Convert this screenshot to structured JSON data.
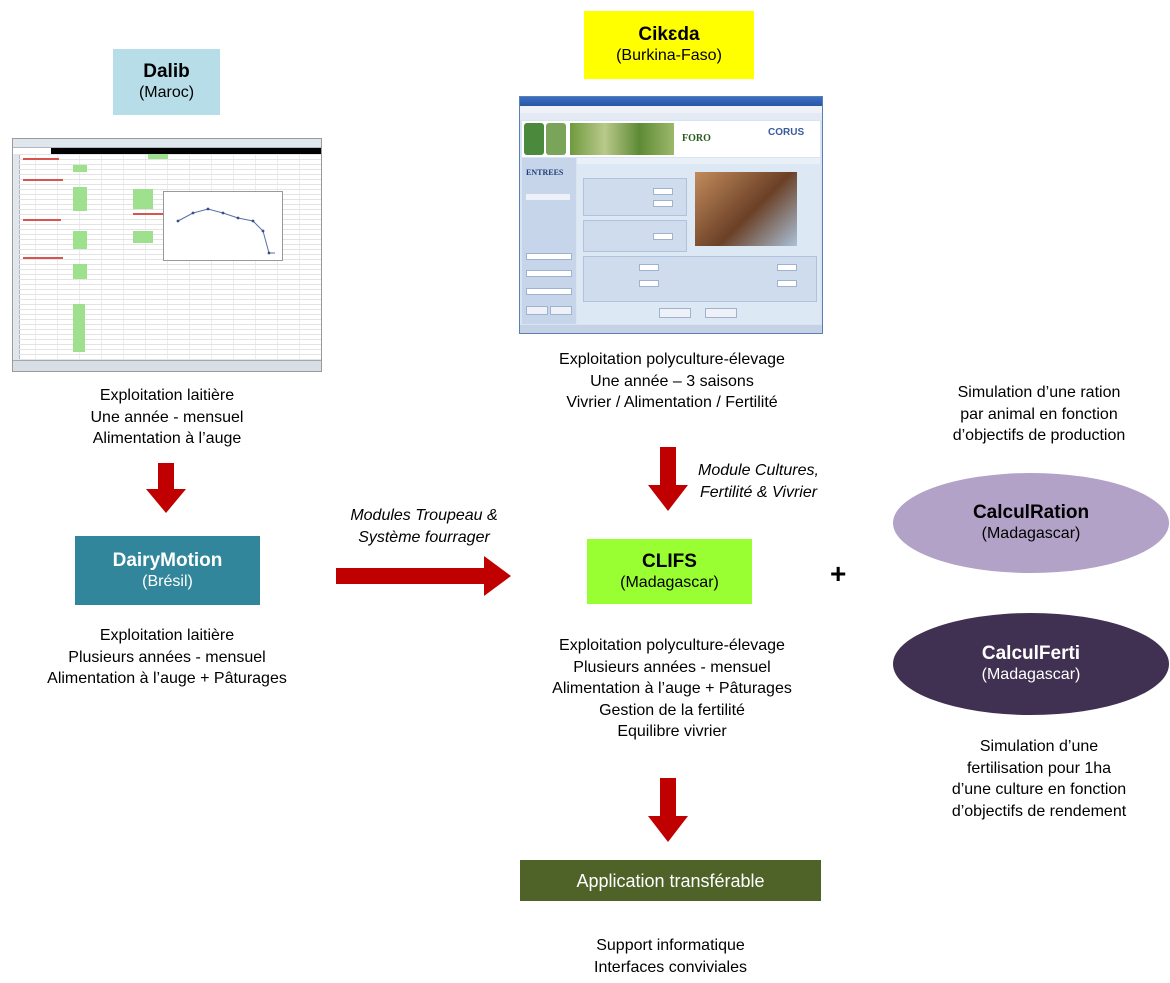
{
  "dalib": {
    "title": "Dalib",
    "subtitle": "(Maroc)",
    "color": "#b7dde8",
    "desc": [
      "Exploitation laitière",
      "Une année - mensuel",
      "Alimentation à l’auge"
    ]
  },
  "dairymotion": {
    "title": "DairyMotion",
    "subtitle": "(Brésil)",
    "color": "#31869b",
    "desc": [
      "Exploitation laitière",
      "Plusieurs années - mensuel",
      "Alimentation à l’auge + Pâturages"
    ]
  },
  "cikeda": {
    "title": "Cikɛda",
    "subtitle": "(Burkina-Faso)",
    "color": "#ffff00",
    "desc": [
      "Exploitation polyculture-élevage",
      "Une année – 3 saisons",
      "Vivrier / Alimentation / Fertilité"
    ]
  },
  "clifs": {
    "title": "CLIFS",
    "subtitle": "(Madagascar)",
    "color": "#99ff33",
    "desc": [
      "Exploitation polyculture-élevage",
      "Plusieurs années - mensuel",
      "Alimentation à l’auge + Pâturages",
      "Gestion de la fertilité",
      "Equilibre vivrier"
    ]
  },
  "calculration": {
    "title": "CalculRation",
    "subtitle": "(Madagascar)",
    "color": "#b3a2c7",
    "desc": [
      "Simulation d’une ration",
      "par animal en fonction",
      "d’objectifs de production"
    ]
  },
  "calculferti": {
    "title": "CalculFerti",
    "subtitle": "(Madagascar)",
    "color": "#403152",
    "desc": [
      "Simulation d’une",
      "fertilisation pour 1ha",
      "d’une culture en fonction",
      "d’objectifs de rendement"
    ]
  },
  "application": {
    "title": "Application transférable",
    "color": "#4f6228",
    "desc": [
      "Support informatique",
      "Interfaces conviviales"
    ]
  },
  "arrow_labels": {
    "modules_troupeau": [
      "Modules Troupeau &",
      "Système fourrager"
    ],
    "module_cultures": [
      "Module Cultures,",
      "Fertilité & Vivrier"
    ]
  },
  "plus": "+",
  "arrow_color": "#c00000",
  "screenshot_app": {
    "banner_text": "FORO",
    "logo_text": "CORUS",
    "sidebar_title": "ENTREES"
  }
}
